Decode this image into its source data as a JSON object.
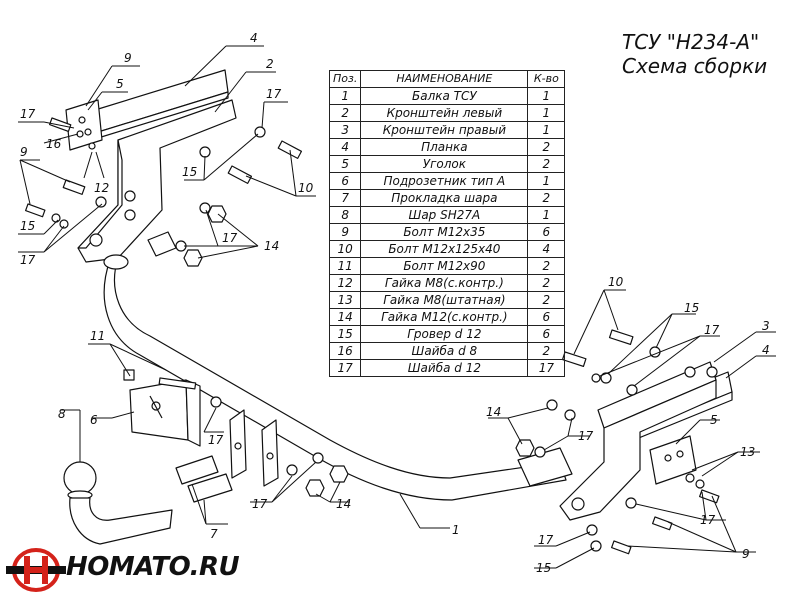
{
  "title": {
    "line1": "ТСУ \"H234-A\"",
    "line2": "Схема сборки"
  },
  "table": {
    "headers": [
      "Поз.",
      "НАИМЕНОВАНИЕ",
      "К-во"
    ],
    "rows": [
      {
        "pos": "1",
        "name": "Балка ТСУ",
        "qty": "1"
      },
      {
        "pos": "2",
        "name": "Кронштейн левый",
        "qty": "1"
      },
      {
        "pos": "3",
        "name": "Кронштейн правый",
        "qty": "1"
      },
      {
        "pos": "4",
        "name": "Планка",
        "qty": "2"
      },
      {
        "pos": "5",
        "name": "Уголок",
        "qty": "2"
      },
      {
        "pos": "6",
        "name": "Подрозетник тип А",
        "qty": "1"
      },
      {
        "pos": "7",
        "name": "Прокладка шара",
        "qty": "2"
      },
      {
        "pos": "8",
        "name": "Шар SH27A",
        "qty": "1"
      },
      {
        "pos": "9",
        "name": "Болт М12х35",
        "qty": "6"
      },
      {
        "pos": "10",
        "name": "Болт М12х125х40",
        "qty": "4"
      },
      {
        "pos": "11",
        "name": "Болт М12х90",
        "qty": "2"
      },
      {
        "pos": "12",
        "name": "Гайка М8(с.контр.)",
        "qty": "2"
      },
      {
        "pos": "13",
        "name": "Гайка М8(штатная)",
        "qty": "2"
      },
      {
        "pos": "14",
        "name": "Гайка М12(с.контр.)",
        "qty": "6"
      },
      {
        "pos": "15",
        "name": "Гровер d 12",
        "qty": "6"
      },
      {
        "pos": "16",
        "name": "Шайба d 8",
        "qty": "2"
      },
      {
        "pos": "17",
        "name": "Шайба d 12",
        "qty": "17"
      }
    ]
  },
  "callouts": {
    "c4a": "4",
    "c2": "2",
    "c9a": "9",
    "c5a": "5",
    "c17a": "17",
    "c16": "16",
    "c12": "12",
    "c9b": "9",
    "c15a": "15",
    "c17b": "17",
    "c17c": "17",
    "c15b": "15",
    "c10a": "10",
    "c17d": "17",
    "c14a": "14",
    "c11": "11",
    "c8": "8",
    "c6": "6",
    "c17e": "17",
    "c7": "7",
    "c17f": "17",
    "c14b": "14",
    "c1": "1",
    "c10b": "10",
    "c15c": "15",
    "c17g": "17",
    "c3": "3",
    "c4b": "4",
    "c14c": "14",
    "c17h": "17",
    "c5b": "5",
    "c13": "13",
    "c17i": "17",
    "c17j": "17",
    "c15d": "15",
    "c9c": "9"
  },
  "logo": {
    "text": "HOMATO.RU",
    "accent_color": "#d4221a",
    "dark_color": "#111111"
  },
  "colors": {
    "line": "#111111",
    "part_fill": "#ffffff"
  }
}
